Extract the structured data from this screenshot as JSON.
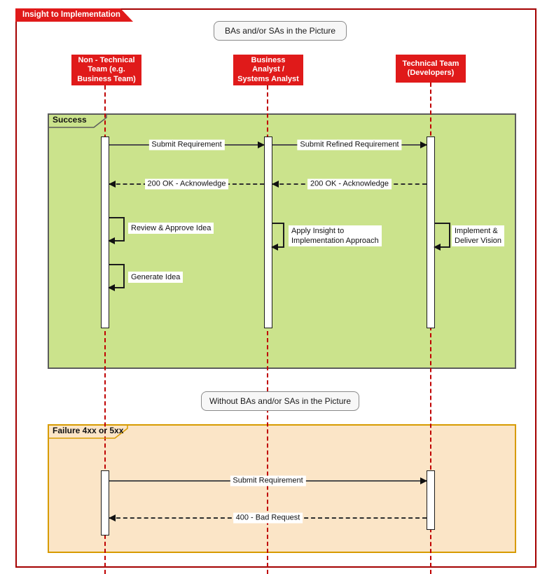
{
  "diagram_title": "Insight to Implementation",
  "captions": {
    "with_bas": "BAs and/or SAs in the Picture",
    "without_bas": "Without BAs and/or SAs in the Picture"
  },
  "actors": [
    {
      "id": "non-technical-team",
      "label": "Non - Technical\nTeam (e.g.\nBusiness Team)"
    },
    {
      "id": "business-analyst",
      "label": "Business\nAnalyst /\nSystems Analyst"
    },
    {
      "id": "technical-team",
      "label": "Technical Team\n(Developers)"
    }
  ],
  "frames": [
    {
      "id": "success",
      "label": "Success"
    },
    {
      "id": "failure",
      "label": "Failure 4xx or 5xx"
    }
  ],
  "messages": {
    "success": {
      "submit_requirement": "Submit Requirement",
      "submit_refined_requirement": "Submit Refined Requirement",
      "ack_left": "200 OK - Acknowledge",
      "ack_right": "200 OK - Acknowledge",
      "review_approve_idea": "Review & Approve Idea",
      "generate_idea": "Generate Idea",
      "apply_insight": "Apply Insight to\nImplementation Approach",
      "implement_deliver": "Implement &\nDeliver Vision"
    },
    "failure": {
      "submit_requirement": "Submit Requirement",
      "bad_request": "400 - Bad Request"
    }
  },
  "colors": {
    "actor_fill": "#e01a1a",
    "page_border": "#a40000",
    "lifeline": "#c00000",
    "success_fill": "#cbe38c",
    "success_border": "#5c5c5c",
    "failure_fill": "#fbe5c7",
    "failure_border": "#d79b00",
    "message_line": "#4d4d4d",
    "label_bg": "#ffffff"
  }
}
